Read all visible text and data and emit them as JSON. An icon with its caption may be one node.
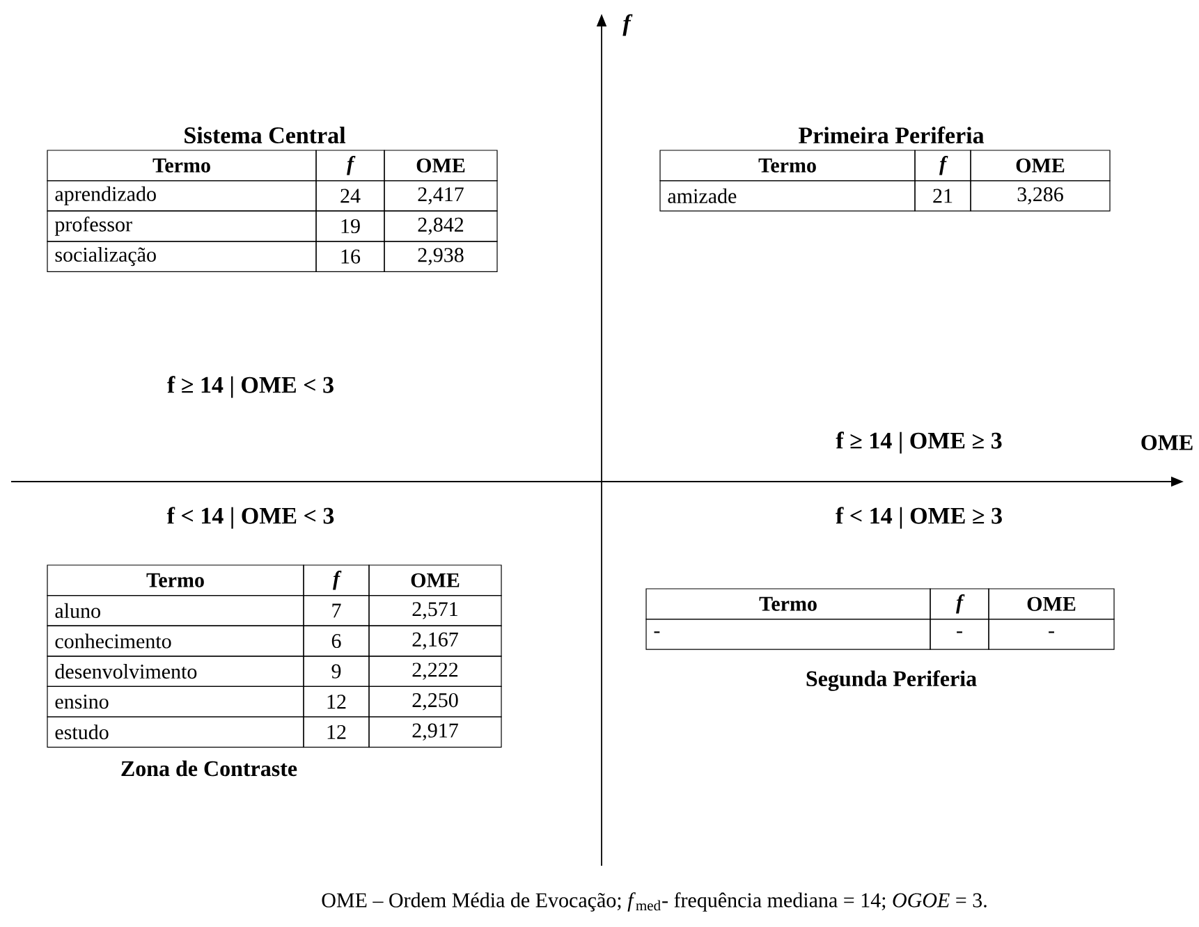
{
  "diagram": {
    "caption": "OME – Ordem Média de Evocação; *f*$_{med}$- frequência mediana = 14; *OGOE* = 3.",
    "labels": [
      "f",
      "Sistema Central",
      "Termo",
      "f",
      "OME",
      "aprendizado",
      "24",
      "2,417",
      "professor",
      "19",
      "2,842",
      "socialização",
      "16",
      "2,938",
      "Primeira Periferia",
      "Termo",
      "f",
      "OME",
      "amizade",
      "21",
      "3,286",
      "f ≥ 14 | OME < 3",
      "f ≥ 14 | OME ≥ 3",
      "OME",
      "f < 14 | OME < 3",
      "f < 14 | OME ≥ 3",
      "Termo",
      "f",
      "OME",
      "aluno",
      "7",
      "2,571",
      "conhecimento",
      "6",
      "2,167",
      "desenvolvimento",
      "9",
      "2,222",
      "ensino",
      "12",
      "2,250",
      "estudo",
      "12",
      "2,917",
      "Zona de Contraste",
      "Termo",
      "f",
      "OME",
      "-",
      "-",
      "-",
      "Segunda Periferia"
    ]
  }
}
